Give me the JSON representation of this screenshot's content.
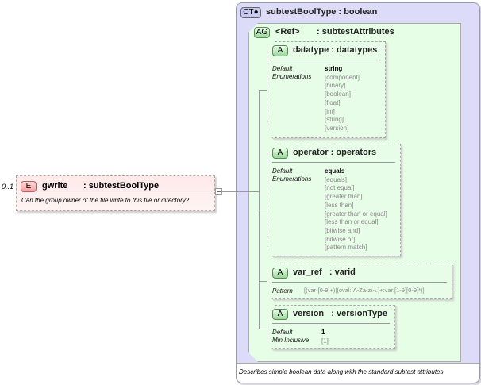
{
  "element": {
    "occurrence": "0..1",
    "badge": "E",
    "name": "gwrite",
    "type": ": subtestBoolType",
    "doc": "Can the group owner of the file write to this file or directory?"
  },
  "complex_type": {
    "badge": "CT",
    "name": "subtestBoolType : boolean",
    "doc": "Describes simple boolean data along with the standard subtest attributes."
  },
  "attribute_group": {
    "badge": "AG",
    "name": "<Ref>",
    "type": ": subtestAttributes"
  },
  "attributes": [
    {
      "badge": "A",
      "title": "datatype : datatypes",
      "labels": [
        "Default",
        "Enumerations"
      ],
      "default": "string",
      "values": [
        "[component]",
        "[binary]",
        "[boolean]",
        "[float]",
        "[int]",
        "[string]",
        "[version]"
      ]
    },
    {
      "badge": "A",
      "title": "operator : operators",
      "labels": [
        "Default",
        "Enumerations"
      ],
      "default": "equals",
      "values": [
        "[equals]",
        "[not equal]",
        "[greater than]",
        "[less than]",
        "[greater than or equal]",
        "[less than or equal]",
        "[bitwise and]",
        "[bitwise or]",
        "[pattern match]"
      ]
    },
    {
      "badge": "A",
      "title": "var_ref   : varid",
      "labels": [
        "Pattern"
      ],
      "values": [
        "[(var-[0-9]+)|(oval:[A-Za-z\\-\\.]+:var:[1-9][0-9]*)]"
      ]
    },
    {
      "badge": "A",
      "title": "version   : versionType",
      "labels": [
        "Default",
        "Min Inclusive"
      ],
      "default": "1",
      "values": [
        "[1]"
      ]
    }
  ]
}
